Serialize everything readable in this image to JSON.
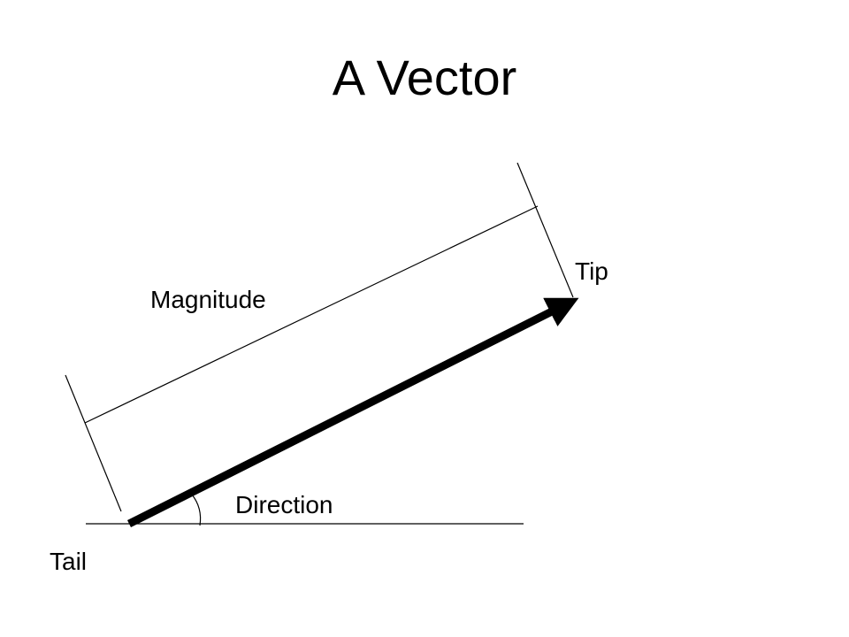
{
  "slide": {
    "title": "A Vector"
  },
  "diagram": {
    "labels": {
      "tip": "Tip",
      "magnitude": "Magnitude",
      "direction": "Direction",
      "tail": "Tail"
    },
    "colors": {
      "stroke": "#000000",
      "background": "#ffffff"
    }
  }
}
